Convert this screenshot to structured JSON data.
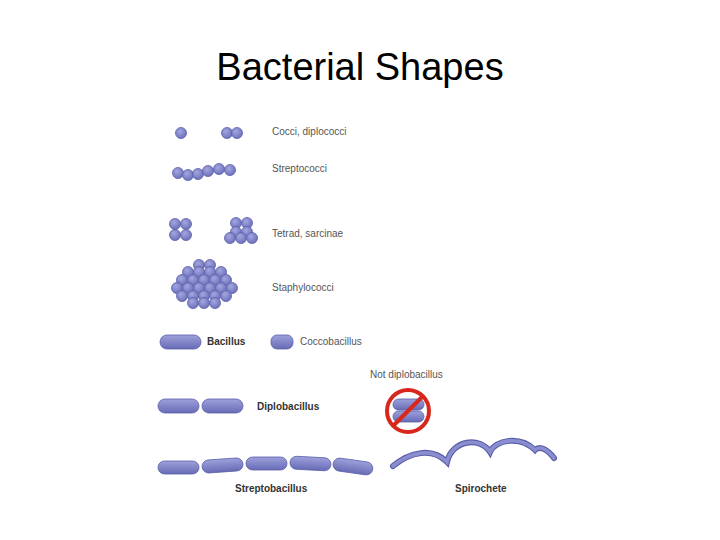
{
  "diagram": {
    "title": "Bacterial Shapes",
    "labels": [
      "Cocci, diplococci",
      "Streptococci",
      "Tetrad, sarcinae",
      "Staphylococci",
      "Bacillus",
      "Coccobacillus",
      "Not diplobacillus",
      "Diplobacillus",
      "Streptobacillus",
      "Spirochete"
    ]
  }
}
